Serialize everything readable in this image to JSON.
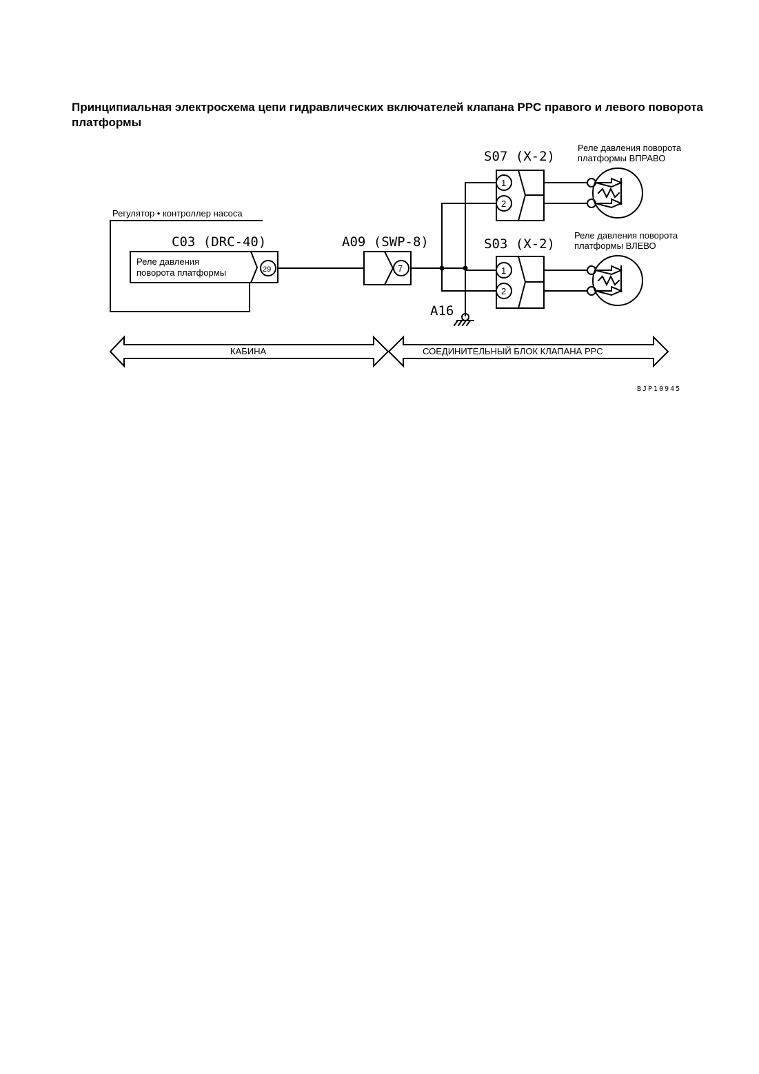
{
  "title": "Принципиальная электросхема цепи гидравлических включателей клапана PPC правого и левого поворота платформы",
  "controller": {
    "label": "Регулятор • контроллер насоса",
    "connector": "C03 (DRC-40)",
    "inner_line1": "Реле давления",
    "inner_line2": "поворота платформы",
    "pin": "29"
  },
  "junction": {
    "connector": "A09 (SWP-8)",
    "pin": "7"
  },
  "switch_right": {
    "connector": "S07 (X-2)",
    "label_line1": "Реле давления поворота",
    "label_line2": "платформы ВПРАВО",
    "pin1": "1",
    "pin2": "2"
  },
  "switch_left": {
    "connector": "S03 (X-2)",
    "label_line1": "Реле давления поворота",
    "label_line2": "платформы ВЛЕВО",
    "pin1": "1",
    "pin2": "2"
  },
  "ground": {
    "label": "A16"
  },
  "zones": {
    "left": "КАБИНА",
    "right": "СОЕДИНИТЕЛЬНЫЙ БЛОК КЛАПАНА PPC"
  },
  "figure_code": "BJP10945",
  "colors": {
    "line": "#000000",
    "background": "#ffffff"
  },
  "icons": {
    "ground": "ground-symbol-icon",
    "switch": "pressure-switch-icon",
    "connector_housing": "connector-housing-icon"
  }
}
